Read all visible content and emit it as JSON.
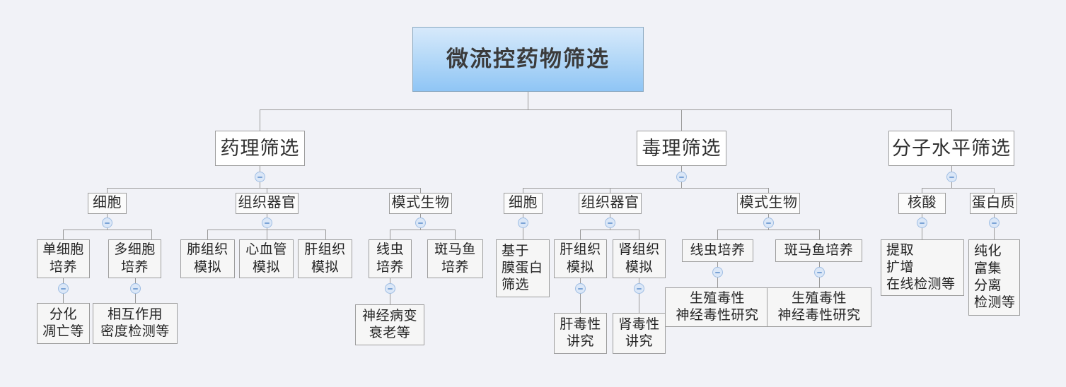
{
  "diagram": {
    "title": "微流控药物筛选",
    "type": "tree-mindmap",
    "background_color": "#f1f2f7",
    "root_color": "#8fc5f5",
    "node_border_color": "#9d9d9d",
    "connector_color": "#9a9a9a",
    "toggle_icon": "collapse-minus-icon"
  },
  "root": {
    "label": "微流控药物筛选"
  },
  "branches": [
    {
      "label": "药理筛选",
      "children": [
        {
          "label": "细胞",
          "children": [
            {
              "label": "单细胞\n培养",
              "children": [
                {
                  "label": "分化\n凋亡等"
                }
              ]
            },
            {
              "label": "多细胞\n培养",
              "children": [
                {
                  "label": "相互作用\n密度检测等"
                }
              ]
            }
          ]
        },
        {
          "label": "组织器官",
          "children": [
            {
              "label": "肺组织\n模拟"
            },
            {
              "label": "心血管\n模拟"
            },
            {
              "label": "肝组织\n模拟"
            }
          ]
        },
        {
          "label": "模式生物",
          "children": [
            {
              "label": "线虫\n培养",
              "children": [
                {
                  "label": "神经病变\n衰老等"
                }
              ]
            },
            {
              "label": "斑马鱼\n培养"
            }
          ]
        }
      ]
    },
    {
      "label": "毒理筛选",
      "children": [
        {
          "label": "细胞",
          "children": [
            {
              "label": "基于\n膜蛋白\n筛选"
            }
          ]
        },
        {
          "label": "组织器官",
          "children": [
            {
              "label": "肝组织\n模拟",
              "children": [
                {
                  "label": "肝毒性\n讲究"
                }
              ]
            },
            {
              "label": "肾组织\n模拟",
              "children": [
                {
                  "label": "肾毒性\n讲究"
                }
              ]
            }
          ]
        },
        {
          "label": "模式生物",
          "children": [
            {
              "label": "线虫培养",
              "children": [
                {
                  "label": "生殖毒性\n神经毒性研究"
                }
              ]
            },
            {
              "label": "斑马鱼培养",
              "children": [
                {
                  "label": "生殖毒性\n神经毒性研究"
                }
              ]
            }
          ]
        }
      ]
    },
    {
      "label": "分子水平筛选",
      "children": [
        {
          "label": "核酸",
          "children": [
            {
              "label": "提取\n扩增\n在线检测等"
            }
          ]
        },
        {
          "label": "蛋白质",
          "children": [
            {
              "label": "纯化\n富集\n分离\n检测等"
            }
          ]
        }
      ]
    }
  ],
  "nodes": {
    "root": "微流控药物筛选",
    "b1": "药理筛选",
    "b2": "毒理筛选",
    "b3": "分子水平筛选",
    "b1c1": "细胞",
    "b1c2": "组织器官",
    "b1c3": "模式生物",
    "b2c1": "细胞",
    "b2c2": "组织器官",
    "b2c3": "模式生物",
    "b3c1": "核酸",
    "b3c2": "蛋白质",
    "b1c1a": "单细胞\n培养",
    "b1c1b": "多细胞\n培养",
    "b1c1a1": "分化\n凋亡等",
    "b1c1b1": "相互作用\n密度检测等",
    "b1c2a": "肺组织\n模拟",
    "b1c2b": "心血管\n模拟",
    "b1c2c": "肝组织\n模拟",
    "b1c3a": "线虫\n培养",
    "b1c3b": "斑马鱼\n培养",
    "b1c3a1": "神经病变\n衰老等",
    "b2c1a": "基于\n膜蛋白\n筛选",
    "b2c2a": "肝组织\n模拟",
    "b2c2b": "肾组织\n模拟",
    "b2c2a1": "肝毒性\n讲究",
    "b2c2b1": "肾毒性\n讲究",
    "b2c3a": "线虫培养",
    "b2c3b": "斑马鱼培养",
    "b2c3a1": "生殖毒性\n神经毒性研究",
    "b2c3b1": "生殖毒性\n神经毒性研究",
    "b3c1a": "提取\n扩增\n在线检测等",
    "b3c2a": "纯化\n富集\n分离\n检测等"
  }
}
